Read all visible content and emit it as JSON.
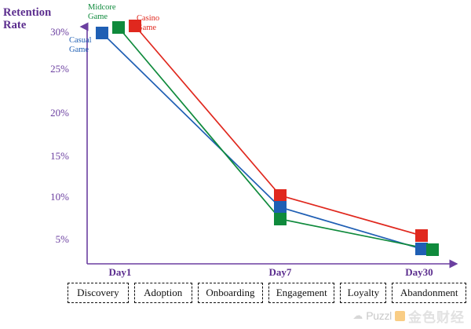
{
  "chart_data": {
    "type": "line",
    "title": "",
    "ylabel": "Retention Rate",
    "xlabel": "",
    "categories": [
      "Day1",
      "Day7",
      "Day30"
    ],
    "x_positions": [
      152,
      357,
      540
    ],
    "ylim": [
      0,
      32
    ],
    "yticks": [
      30,
      25,
      20,
      15,
      10,
      5
    ],
    "ytick_labels": [
      "30%",
      "25%",
      "20%",
      "15%",
      "10%",
      "5%"
    ],
    "grid": false,
    "legend_position": "inline-annotations",
    "series": [
      {
        "name": "Casual Game",
        "color": "#1f5fb4",
        "values": [
          29.6,
          8.7,
          4.3
        ],
        "points": [
          [
            130,
            42
          ],
          [
            357,
            264
          ],
          [
            537,
            317
          ]
        ]
      },
      {
        "name": "Midcore Game",
        "color": "#0f8a3c",
        "values": [
          30.5,
          7.5,
          4.2
        ],
        "points": [
          [
            151,
            35
          ],
          [
            357,
            279
          ],
          [
            551,
            318
          ]
        ]
      },
      {
        "name": "Casino Game",
        "color": "#e0281e",
        "values": [
          30.8,
          10.1,
          5.4
        ],
        "points": [
          [
            172,
            33
          ],
          [
            357,
            249
          ],
          [
            537,
            300
          ]
        ]
      }
    ],
    "annotations": [
      {
        "text": "Casual\nGame",
        "color": "#1f5fb4"
      },
      {
        "text": "Midcore\nGame",
        "color": "#0f8a3c"
      },
      {
        "text": "Casino\nGame",
        "color": "#e0281e"
      }
    ]
  },
  "axis": {
    "y_title": "Retention\nRate",
    "axis_color": "#6b3fa0",
    "ytick_labels": [
      "30%",
      "25%",
      "20%",
      "15%",
      "10%",
      "5%"
    ],
    "xtick_labels": [
      "Day1",
      "Day7",
      "Day30"
    ]
  },
  "stages": {
    "boxes": [
      {
        "label": "Discovery"
      },
      {
        "label": "Adoption"
      },
      {
        "label": "Onboarding"
      },
      {
        "label": "Engagement"
      },
      {
        "label": "Loyalty"
      },
      {
        "label": "Abandonment"
      }
    ]
  },
  "watermark": {
    "cloud": "☁",
    "latin": "Puzzl",
    "chinese": "金色财经"
  },
  "colors": {
    "casual": "#1f5fb4",
    "midcore": "#0f8a3c",
    "casino": "#e0281e",
    "axis": "#6b3fa0",
    "axis_title": "#5b2d8e"
  }
}
